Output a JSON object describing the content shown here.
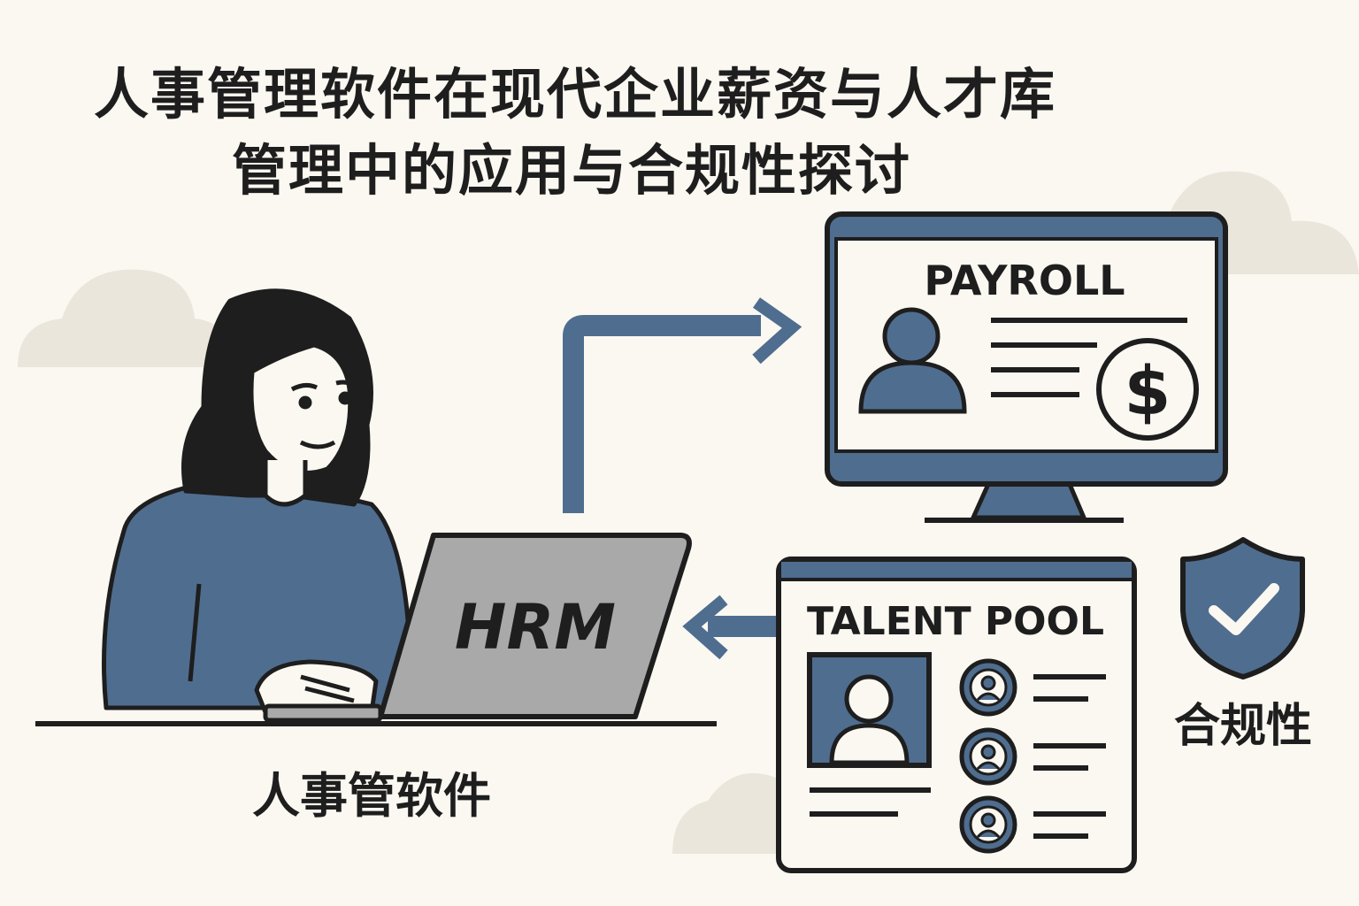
{
  "title": {
    "line1": "人事管理软件在现代企业薪资与人才库",
    "line2": "管理中的应用与合规性探讨"
  },
  "laptop": {
    "label": "HRM"
  },
  "caption_left": "人事管软件",
  "payroll": {
    "label": "PAYROLL",
    "icon": "dollar-icon"
  },
  "talent_pool": {
    "label": "TALENT POOL"
  },
  "compliance": {
    "label": "合规性",
    "icon": "shield-check-icon"
  },
  "colors": {
    "background": "#fbf8f1",
    "accent": "#4f6d8f",
    "outline": "#1e1e1e",
    "laptop": "#a9a9a9",
    "cloud": "#ebe6dc"
  }
}
